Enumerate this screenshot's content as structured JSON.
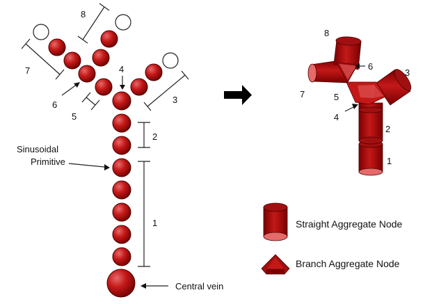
{
  "colors": {
    "node_dark": "#8b0000",
    "node_mid": "#c41818",
    "node_light": "#e66a6a",
    "open_node": "#ffffff",
    "line": "#222222"
  },
  "left_labels": {
    "n1": "1",
    "n2": "2",
    "n3": "3",
    "n4": "4",
    "n5": "5",
    "n6": "6",
    "n7": "7",
    "n8": "8"
  },
  "right_labels": {
    "n1": "1",
    "n2": "2",
    "n3": "3",
    "n4": "4",
    "n5": "5",
    "n6": "6",
    "n7": "7",
    "n8": "8"
  },
  "annotations": {
    "sinusoidal_line1": "Sinusoidal",
    "sinusoidal_line2": "Primitive",
    "central_vein": "Central vein"
  },
  "legend": {
    "straight": "Straight Aggregate Node",
    "branch": "Branch Aggregate Node"
  },
  "icons": {
    "transform_arrow": "right-arrow-icon",
    "straight_node": "cylinder-icon",
    "branch_node": "triangular-prism-icon"
  }
}
